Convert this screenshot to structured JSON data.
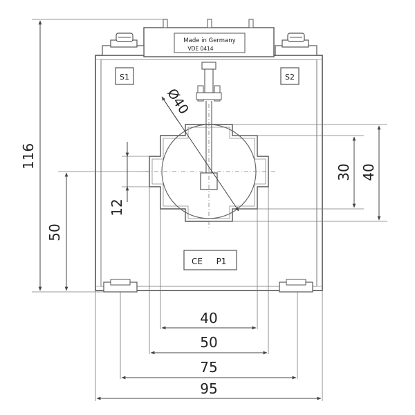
{
  "label_plate": {
    "line1": "Made in Germany",
    "line2": "VDE 0414"
  },
  "terminals": {
    "s1": "S1",
    "s2": "S2",
    "p1": "P1",
    "ce": "CE"
  },
  "dimensions": {
    "total_height": "116",
    "base_height": "50",
    "slot_height": "12",
    "window_height_30": "30",
    "window_height_40": "40",
    "diameter": "Ø40",
    "window_width_40": "40",
    "window_width_50": "50",
    "mount_75": "75",
    "total_width_95": "95"
  }
}
